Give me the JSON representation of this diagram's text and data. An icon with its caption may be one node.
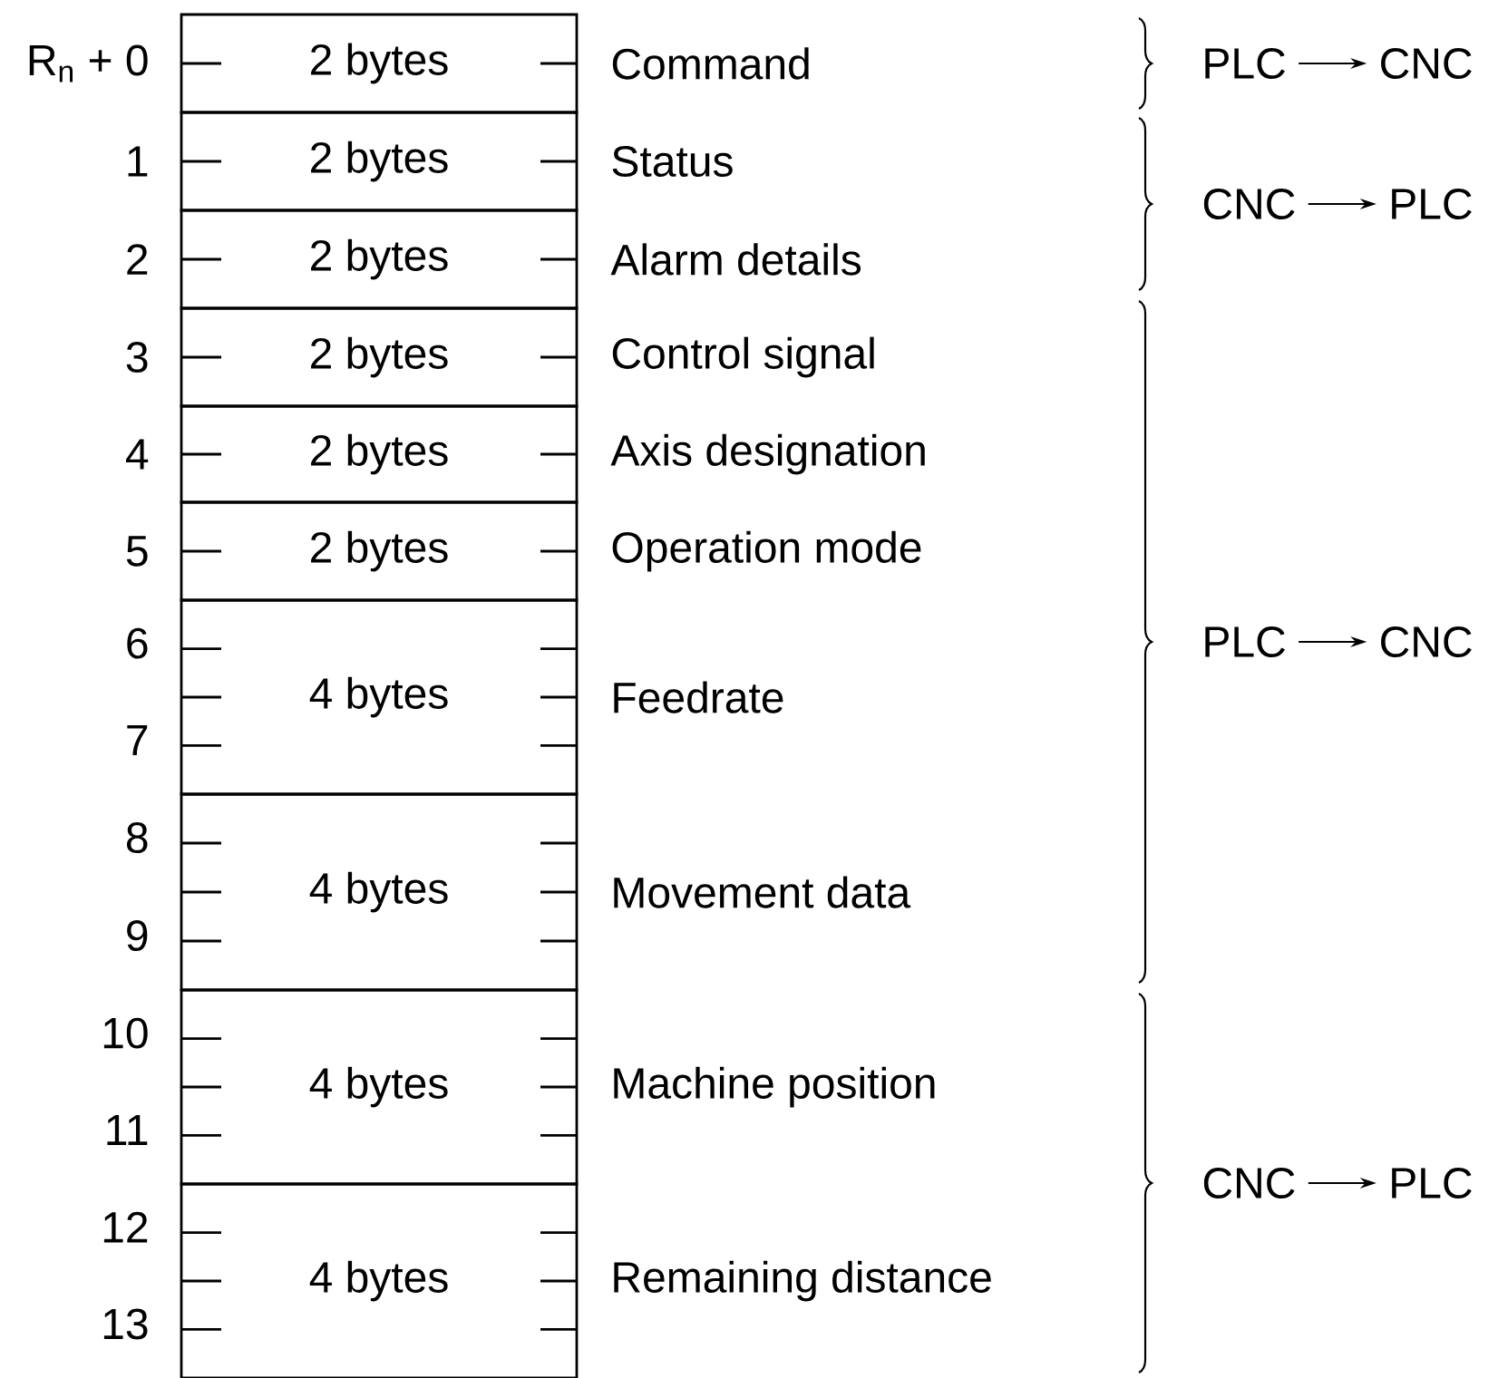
{
  "diagram": {
    "nodes": [
      {
        "text": [
          "2 bytes"
        ],
        "beside": [
          "Command"
        ]
      },
      {
        "text": [
          "2 bytes"
        ],
        "beside": [
          "Status"
        ]
      },
      {
        "text": [
          "2 bytes"
        ],
        "beside": [
          "Alarm details"
        ]
      },
      {
        "text": [
          "2 bytes"
        ],
        "beside": [
          "Control signal"
        ]
      },
      {
        "text": [
          "2 bytes"
        ],
        "beside": [
          "Axis designation"
        ]
      },
      {
        "text": [
          "2 bytes"
        ],
        "beside": [
          "Operation mode"
        ]
      },
      {
        "text": [
          "4 bytes"
        ],
        "beside": [
          "Feedrate"
        ]
      },
      {
        "text": [
          "4 bytes"
        ],
        "beside": [
          "Movement data"
        ]
      },
      {
        "text": [
          "4 bytes"
        ],
        "beside": [
          "Machine position"
        ]
      },
      {
        "text": [
          "4 bytes"
        ],
        "beside": [
          "Remaining distance"
        ]
      },
      {
        "text": [
          "PLC"
        ]
      },
      {
        "text": [
          "CNC"
        ]
      },
      {
        "text": [
          "CNC"
        ]
      },
      {
        "text": [
          "PLC"
        ]
      },
      {
        "text": [
          "PLC"
        ]
      },
      {
        "text": [
          "CNC"
        ]
      },
      {
        "text": [
          "CNC"
        ]
      },
      {
        "text": [
          "PLC"
        ]
      }
    ],
    "edges": [
      {
        "from": 10,
        "to": 11,
        "arrow": "to"
      },
      {
        "from": 12,
        "to": 13,
        "arrow": "to"
      },
      {
        "from": 14,
        "to": 15,
        "arrow": "to"
      },
      {
        "from": 16,
        "to": 17,
        "arrow": "to"
      }
    ],
    "labels": [
      "R$_{n}$ + 0",
      "1",
      "2",
      "3",
      "4",
      "5",
      "6",
      "7",
      "8",
      "9",
      "10",
      "11",
      "12",
      "13"
    ]
  }
}
